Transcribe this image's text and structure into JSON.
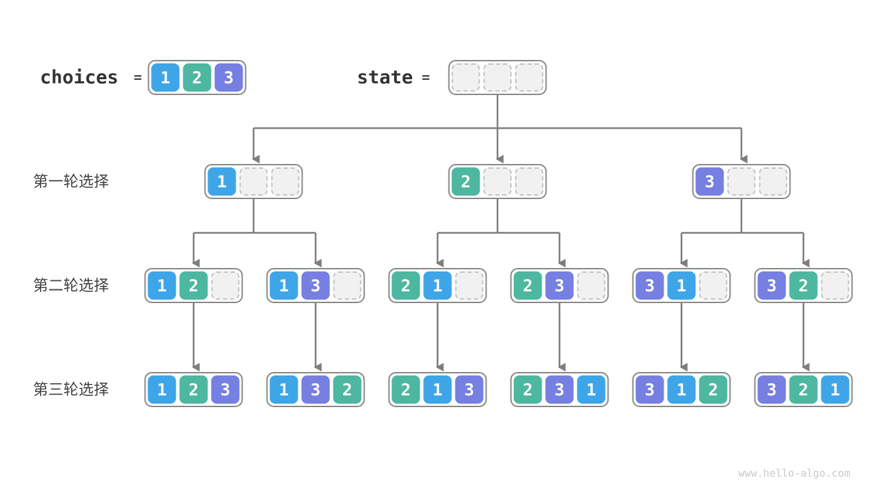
{
  "header": {
    "choices_label": "choices",
    "equals": "=",
    "state_label": "state",
    "choices_values": [
      1,
      2,
      3
    ],
    "state_values": [
      null,
      null,
      null
    ]
  },
  "colors": {
    "1": "#3ea6e8",
    "2": "#4db7a0",
    "3": "#767fe2"
  },
  "arrow_color": "#7e7e7e",
  "rows": [
    {
      "label": "第一轮选择",
      "nodes": [
        [
          1,
          null,
          null
        ],
        [
          2,
          null,
          null
        ],
        [
          3,
          null,
          null
        ]
      ]
    },
    {
      "label": "第二轮选择",
      "nodes": [
        [
          1,
          2,
          null
        ],
        [
          1,
          3,
          null
        ],
        [
          2,
          1,
          null
        ],
        [
          2,
          3,
          null
        ],
        [
          3,
          1,
          null
        ],
        [
          3,
          2,
          null
        ]
      ]
    },
    {
      "label": "第三轮选择",
      "nodes": [
        [
          1,
          2,
          3
        ],
        [
          1,
          3,
          2
        ],
        [
          2,
          1,
          3
        ],
        [
          2,
          3,
          1
        ],
        [
          3,
          1,
          2
        ],
        [
          3,
          2,
          1
        ]
      ]
    }
  ],
  "watermark": "www.hello-algo.com"
}
